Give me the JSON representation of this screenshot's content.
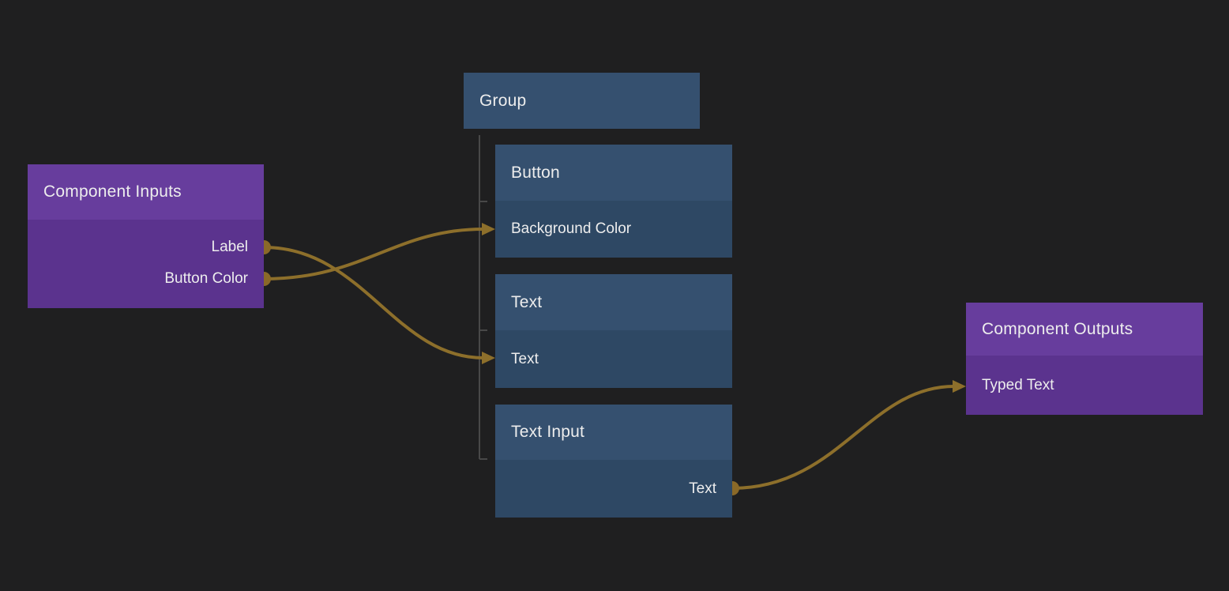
{
  "colors": {
    "background": "#1F1F20",
    "purple_header": "#673D9D",
    "purple_body": "#5B338E",
    "blue_header": "#35506F",
    "blue_body": "#2E4864",
    "wire": "#8D6F2B",
    "port": "#8A6928",
    "connector_line": "#484848",
    "text": "#EDEDED"
  },
  "nodes": {
    "component_inputs": {
      "title": "Component Inputs",
      "outputs": [
        {
          "label": "Label"
        },
        {
          "label": "Button Color"
        }
      ]
    },
    "group": {
      "title": "Group"
    },
    "button": {
      "title": "Button",
      "inputs": [
        {
          "label": "Background Color"
        }
      ]
    },
    "text": {
      "title": "Text",
      "inputs": [
        {
          "label": "Text"
        }
      ]
    },
    "text_input": {
      "title": "Text Input",
      "outputs": [
        {
          "label": "Text"
        }
      ]
    },
    "component_outputs": {
      "title": "Component Outputs",
      "inputs": [
        {
          "label": "Typed Text"
        }
      ]
    }
  },
  "connections": [
    {
      "from": "Component Inputs.Label",
      "to": "Text.Text"
    },
    {
      "from": "Component Inputs.Button Color",
      "to": "Button.Background Color"
    },
    {
      "from": "Text Input.Text",
      "to": "Component Outputs.Typed Text"
    }
  ],
  "group_children": [
    "Button",
    "Text",
    "Text Input"
  ]
}
